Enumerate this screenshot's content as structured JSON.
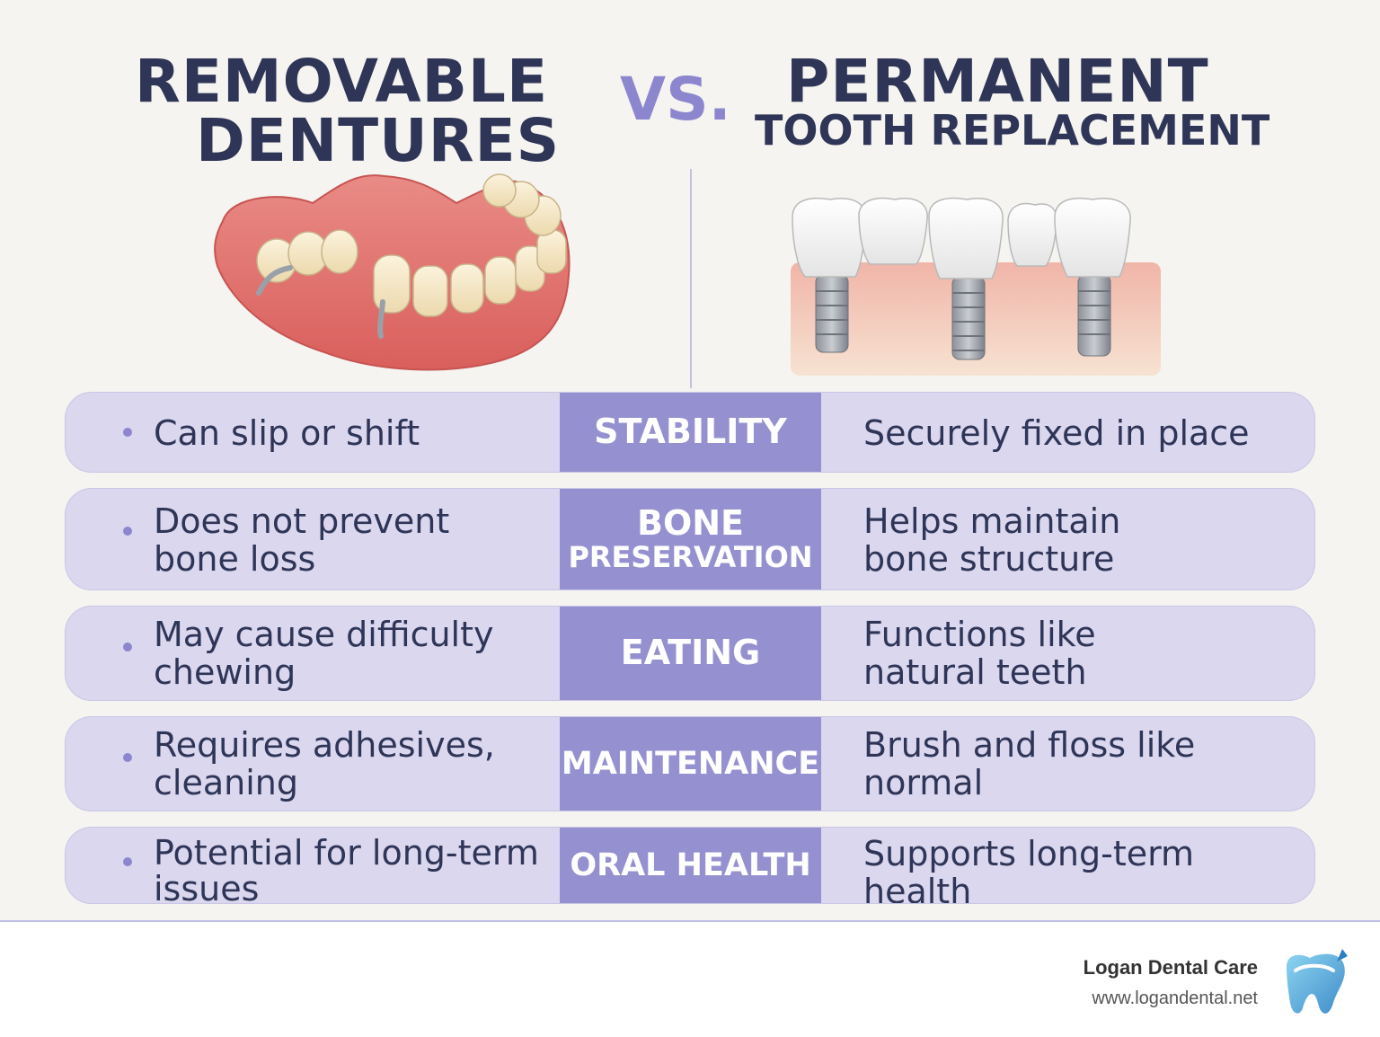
{
  "header": {
    "left_title_line1": "REMOVABLE",
    "left_title_line2": "DENTURES",
    "vs": "VS.",
    "right_title_line1": "PERMANENT",
    "right_title_line2": "TOOTH REPLACEMENT"
  },
  "illustrations": {
    "left": "removable-denture-illustration",
    "right": "dental-implant-bridge-illustration"
  },
  "rows": [
    {
      "category": [
        "STABILITY"
      ],
      "left": [
        "Can slip or shift"
      ],
      "right": [
        "Securely fixed in place"
      ]
    },
    {
      "category": [
        "BONE",
        "PRESERVATION"
      ],
      "left": [
        "Does not prevent",
        "bone loss"
      ],
      "right": [
        "Helps maintain",
        "bone structure"
      ]
    },
    {
      "category": [
        "EATING"
      ],
      "left": [
        "May cause difficulty",
        "chewing"
      ],
      "right": [
        "Functions like",
        "natural teeth"
      ]
    },
    {
      "category": [
        "MAINTENANCE"
      ],
      "left": [
        "Requires adhesives,",
        "cleaning"
      ],
      "right": [
        "Brush and floss like",
        "normal"
      ]
    },
    {
      "category": [
        "ORAL HEALTH"
      ],
      "left": [
        "Potential for long-term",
        "issues"
      ],
      "right": [
        "Supports long-term health"
      ]
    }
  ],
  "footer": {
    "brand_name": "Logan Dental Care",
    "brand_url": "www.logandental.net",
    "logo_icon": "tooth-logo-icon"
  },
  "colors": {
    "title": "#2f3557",
    "vs_accent": "#8c86cf",
    "row_background": "#dad7ef",
    "category_background": "#9591d0",
    "page_background": "#f5f4f0"
  }
}
